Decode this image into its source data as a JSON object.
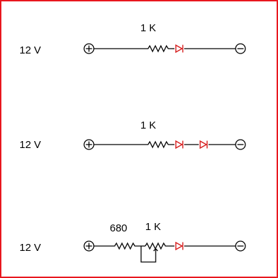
{
  "frame": {
    "border_color": "#e8161e",
    "background": "#ffffff"
  },
  "colors": {
    "wire": "#000000",
    "led": "#d61b1b"
  },
  "circuits": [
    {
      "voltage": "12 V",
      "resistor_labels": [
        "1 K"
      ],
      "components": [
        "positive-terminal",
        "resistor",
        "led",
        "negative-terminal"
      ]
    },
    {
      "voltage": "12 V",
      "resistor_labels": [
        "1 K"
      ],
      "components": [
        "positive-terminal",
        "resistor",
        "led",
        "led",
        "negative-terminal"
      ]
    },
    {
      "voltage": "12 V",
      "resistor_labels": [
        "680",
        "1 K"
      ],
      "components": [
        "positive-terminal",
        "resistor",
        "potentiometer",
        "led",
        "negative-terminal"
      ]
    }
  ]
}
